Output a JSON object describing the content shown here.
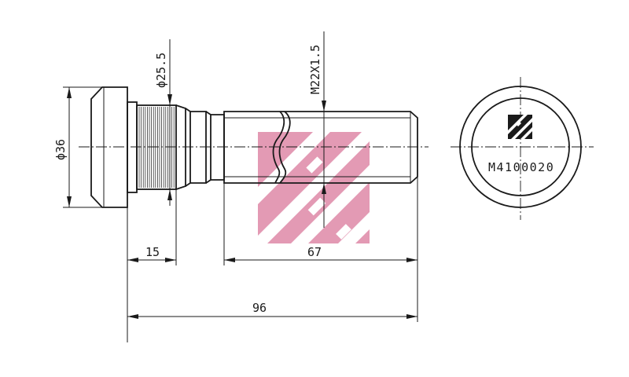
{
  "dimensions": {
    "head_diameter": "ϕ36",
    "knurl_diameter": "ϕ25.5",
    "thread": "M22X1.5",
    "knurl_length": "15",
    "thread_length": "67",
    "total_length": "96"
  },
  "part_number": "M4100020",
  "colors": {
    "line": "#1a1a1a",
    "watermark": "#c9376b"
  },
  "logo": "manufacturer-logo-icon"
}
